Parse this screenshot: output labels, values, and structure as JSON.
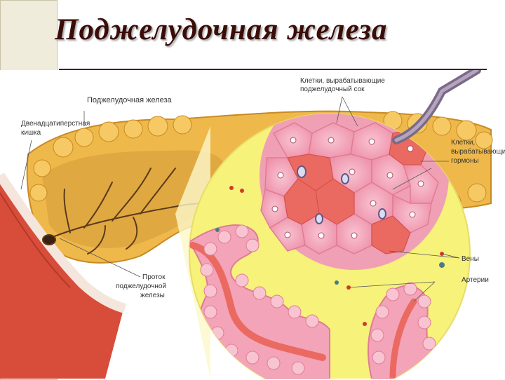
{
  "title": "Поджелудочная железа",
  "labels": {
    "pancreas": "Поджелудочная железа",
    "duodenum": [
      "Двенадцатиперстная",
      "кишка"
    ],
    "juice_cells": [
      "Клетки, вырабатывающие",
      "поджелудочный сок"
    ],
    "hormone_cells": [
      "Клетки,",
      "вырабатывающие",
      "гормоны"
    ],
    "veins": "Вены",
    "arteries": "Артерии",
    "duct": [
      "Проток",
      "поджелудочной",
      "железы"
    ]
  },
  "colors": {
    "title": "#3a0d08",
    "acinus_pink": "#f3a4b8",
    "islet_red": "#ea6a62",
    "lens_yellow": "#f6f27a",
    "gland_orange": "#efb84a"
  }
}
